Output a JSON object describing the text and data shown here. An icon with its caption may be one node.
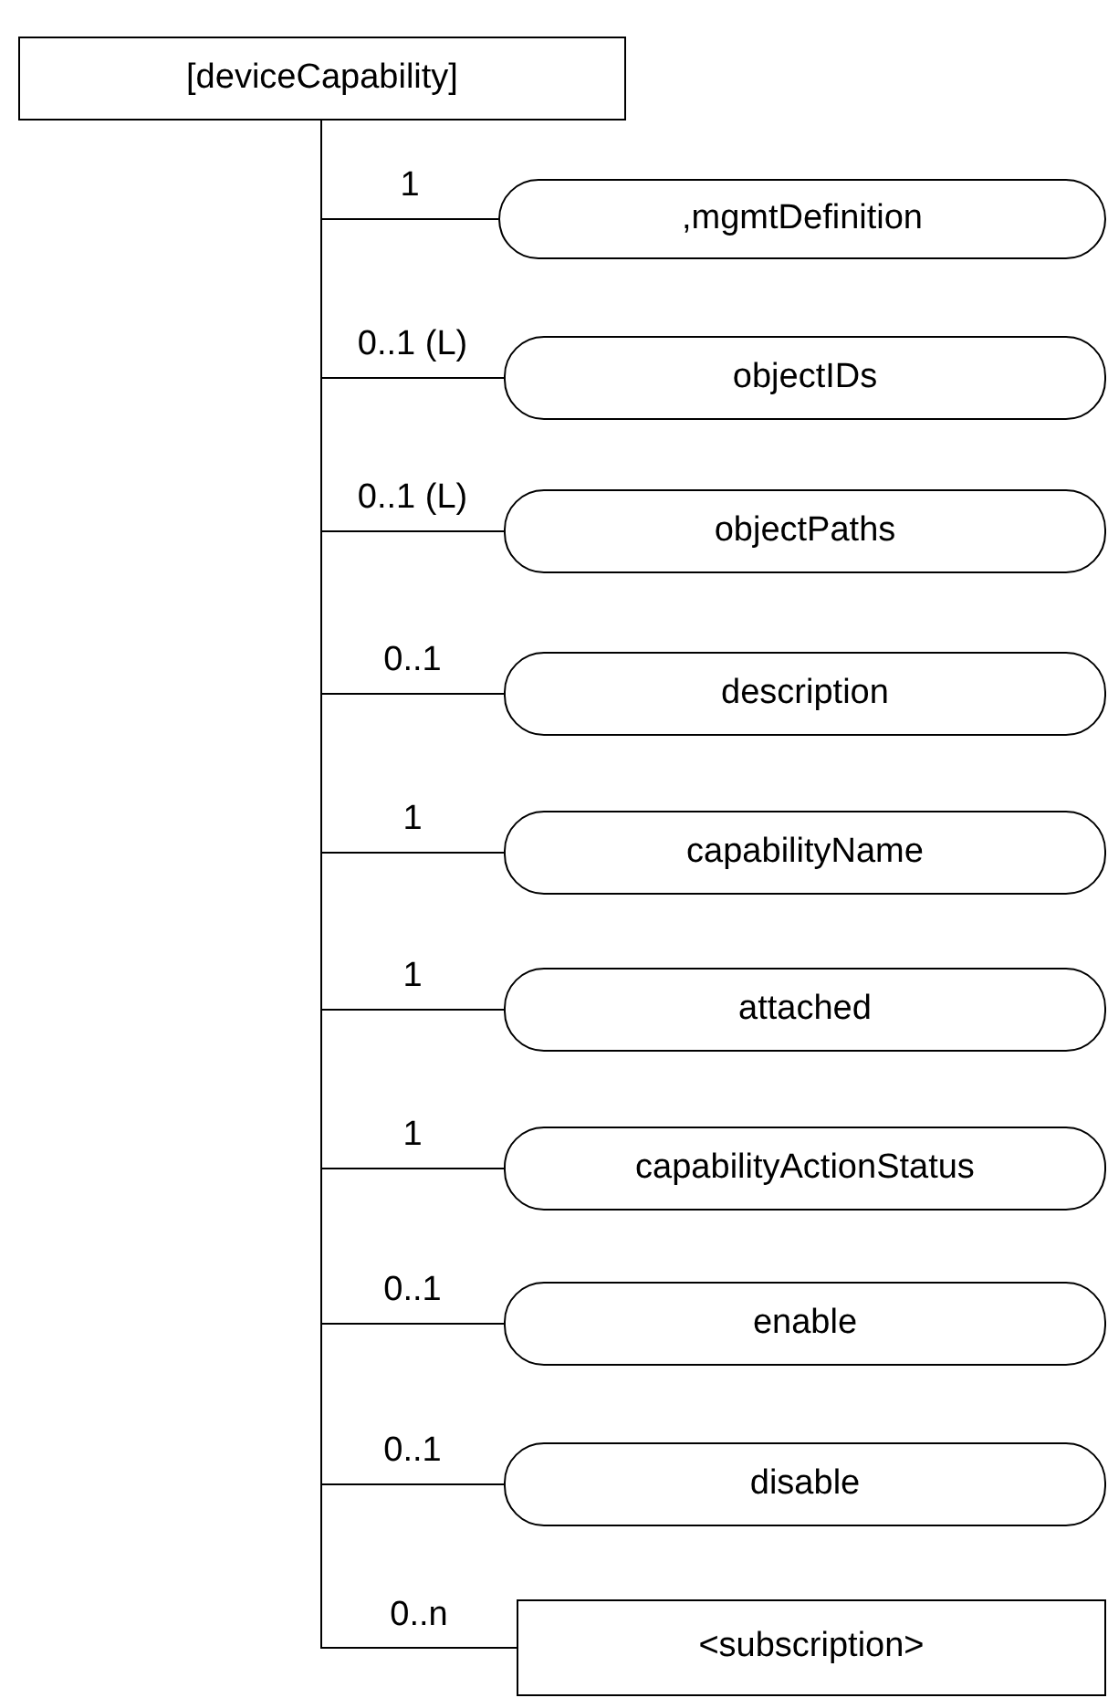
{
  "diagram": {
    "nodes": [
      {
        "text": [
          "[deviceCapability]"
        ]
      },
      {
        "text": [
          ",mgmtDefinition"
        ]
      },
      {
        "text": [
          "objectIDs"
        ]
      },
      {
        "text": [
          "objectPaths"
        ]
      },
      {
        "text": [
          "description"
        ]
      },
      {
        "text": [
          "capabilityName"
        ]
      },
      {
        "text": [
          "attached"
        ]
      },
      {
        "text": [
          "capabilityActionStatus"
        ]
      },
      {
        "text": [
          "enable"
        ]
      },
      {
        "text": [
          "disable"
        ]
      },
      {
        "text": [
          "<subscription>"
        ]
      }
    ],
    "edges": [
      {
        "from": 0,
        "to": 1,
        "arrow": "none",
        "label": "1"
      },
      {
        "from": 0,
        "to": 2,
        "arrow": "none",
        "label": "0..1 (L)"
      },
      {
        "from": 0,
        "to": 3,
        "arrow": "none",
        "label": "0..1 (L)"
      },
      {
        "from": 0,
        "to": 4,
        "arrow": "none",
        "label": "0..1"
      },
      {
        "from": 0,
        "to": 5,
        "arrow": "none",
        "label": "1"
      },
      {
        "from": 0,
        "to": 6,
        "arrow": "none",
        "label": "1"
      },
      {
        "from": 0,
        "to": 7,
        "arrow": "none",
        "label": "1"
      },
      {
        "from": 0,
        "to": 8,
        "arrow": "none",
        "label": "0..1"
      },
      {
        "from": 0,
        "to": 9,
        "arrow": "none",
        "label": "0..1"
      },
      {
        "from": 0,
        "to": 10,
        "arrow": "none",
        "label": "0..n"
      }
    ]
  }
}
